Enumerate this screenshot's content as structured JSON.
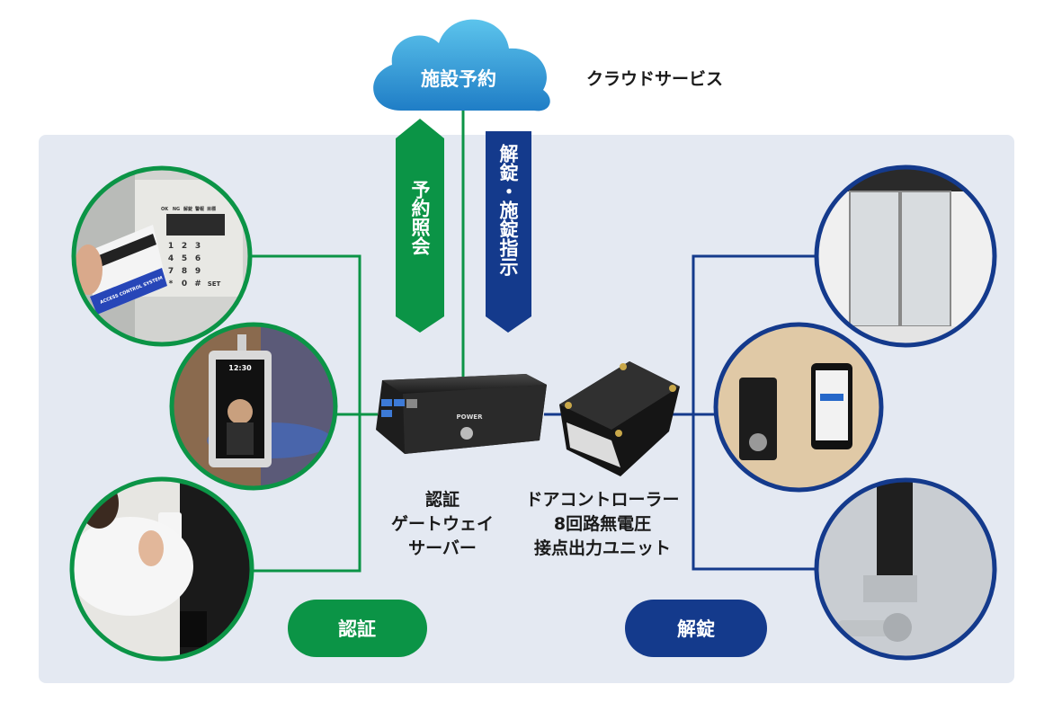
{
  "cloud": {
    "label": "施設予約",
    "service_label": "クラウドサービス"
  },
  "arrows": {
    "up_label": "予約照会",
    "down_label": "解錠・施錠指示"
  },
  "devices": {
    "gateway_label_lines": [
      "認証",
      "ゲートウェイ",
      "サーバー"
    ],
    "gateway_power_text": "POWER",
    "controller_label_lines": [
      "ドアコントローラー",
      "8回路無電圧",
      "接点出力ユニット"
    ]
  },
  "auth_devices": {
    "keypad_keys": [
      "1",
      "2",
      "3",
      "4",
      "5",
      "6",
      "7",
      "8",
      "9",
      "*",
      "0",
      "#"
    ],
    "keypad_status": [
      "OK",
      "NG",
      "解錠",
      "警報",
      "目標"
    ],
    "keypad_set": "SET",
    "card_text": "ACCESS CONTROL SYSTEM",
    "terminal_time": "12:30"
  },
  "badges": {
    "auth": "認証",
    "unlock": "解錠"
  },
  "colors": {
    "green": "#0b9446",
    "blue": "#143a8c",
    "cloud_top": "#5cc4ec",
    "cloud_bottom": "#1f7dc6",
    "panel": "#e4e9f2"
  }
}
